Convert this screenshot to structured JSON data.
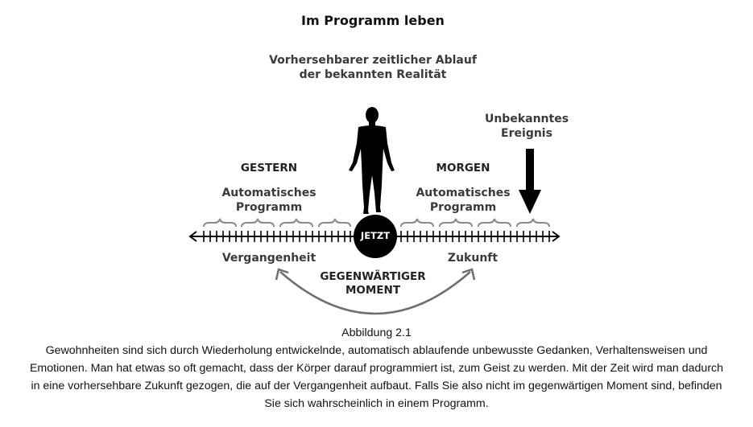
{
  "figure": {
    "title": "Im Programm leben",
    "subtitle_line1": "Vorhersehbarer zeitlicher Ablauf",
    "subtitle_line2": "der bekannten Realität",
    "past": {
      "heading": "GESTERN",
      "program_line1": "Automatisches",
      "program_line2": "Programm",
      "axis_label": "Vergangenheit"
    },
    "future": {
      "heading": "MORGEN",
      "program_line1": "Automatisches",
      "program_line2": "Programm",
      "axis_label": "Zukunft"
    },
    "now_label": "JETZT",
    "event_line1": "Unbekanntes",
    "event_line2": "Ereignis",
    "moment_line1": "GEGENWÄRTIGER",
    "moment_line2": "MOMENT",
    "colors": {
      "text_dark": "#3a3a3a",
      "black": "#000000",
      "brace_gray": "#8a8a8a",
      "arc_gray": "#6e6e6e"
    }
  },
  "caption": {
    "label": "Abbildung 2.1",
    "text": "Gewohnheiten sind sich durch Wiederholung entwickelnde, automatisch ablaufende unbewusste Gedanken, Verhaltensweisen und Emotionen. Man hat etwas so oft gemacht, dass der Körper darauf programmiert ist, zum Geist zu werden. Mit der Zeit wird man dadurch in eine vorhersehbare Zukunft gezogen, die auf der Vergangenheit aufbaut. Falls Sie also nicht im gegenwärtigen Moment sind, befinden Sie sich wahrscheinlich in einem Programm."
  }
}
